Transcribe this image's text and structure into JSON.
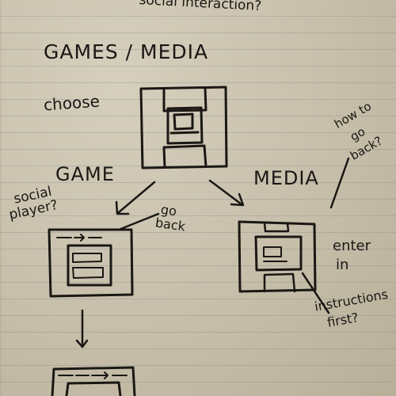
{
  "notes": {
    "top_partial": "social interaction?",
    "heading": "GAMES / MEDIA",
    "choose": "choose",
    "game": "GAME",
    "media": "MEDIA",
    "social_1": "social",
    "social_2": "player?",
    "go_1": "go",
    "go_2": "back",
    "how_1": "how to",
    "how_2": "go",
    "how_3": "back?",
    "enter_1": "enter",
    "enter_2": "in",
    "instr_1": "instructions",
    "instr_2": "first?"
  },
  "colors": {
    "paper": "#c9c1ad",
    "ink": "#1a1714",
    "rule_lines": "#6e7d87"
  }
}
